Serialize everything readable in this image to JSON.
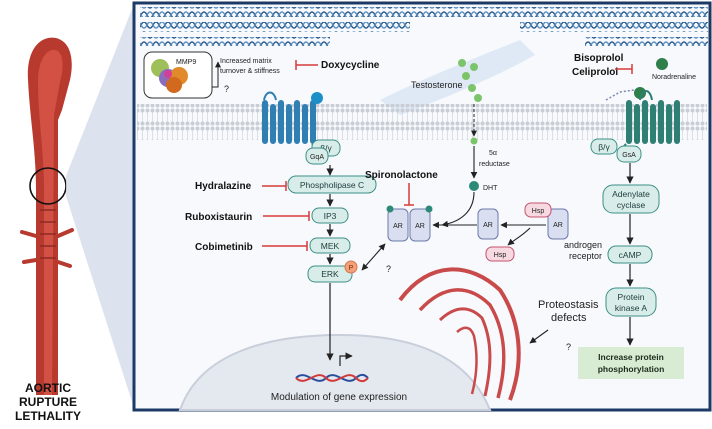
{
  "left_caption": [
    "AORTIC",
    "RUPTURE",
    "LETHALITY"
  ],
  "colors": {
    "panel_border": "#1d3a66",
    "pathway_box": "#d8ecea",
    "box_border": "#3d8f86",
    "inhibitor": "#d83a3a",
    "gpcr_left": "#2f7fb3",
    "gpcr_right": "#2e7f74",
    "nucleus": "#e4e8ef",
    "er": "#c94a4a",
    "phospho_box": "#d7ecd3"
  },
  "labels": {
    "mmp9": "MMP9",
    "matrix_line1": "Increased matrix",
    "matrix_line2": "turnover & stiffness",
    "question": "?",
    "doxycycline": "Doxycycline",
    "testosterone": "Testosterone",
    "bisoprolol": "Bisoprolol",
    "celiprolol": "Celiprolol",
    "noradrenaline": "Noradrenaline",
    "beta_gamma": "β/γ",
    "gq_alpha": "GqA",
    "gs_alpha": "GsA",
    "five_alpha": "5α",
    "reductase": "reductase",
    "dht": "DHT",
    "hydralazine": "Hydralazine",
    "ruboxistaurin": "Ruboxistaurin",
    "cobimetinib": "Cobimetinib",
    "spironolactone": "Spironolactone",
    "phospholipase": "Phospholipase C",
    "ip3": "IP3",
    "mek": "MEK",
    "erk": "ERK",
    "p": "P",
    "ar": "AR",
    "hsp": "Hsp",
    "androgen_line1": "androgen",
    "androgen_line2": "receptor",
    "adenylate_line1": "Adenylate",
    "adenylate_line2": "cyclase",
    "camp": "cAMP",
    "pka_line1": "Protein",
    "pka_line2": "kinase A",
    "proteostasis_line1": "Proteostasis",
    "proteostasis_line2": "defects",
    "increase_line1": "Increase protein",
    "increase_line2": "phosphorylation",
    "modulation": "Modulation of gene expression"
  }
}
